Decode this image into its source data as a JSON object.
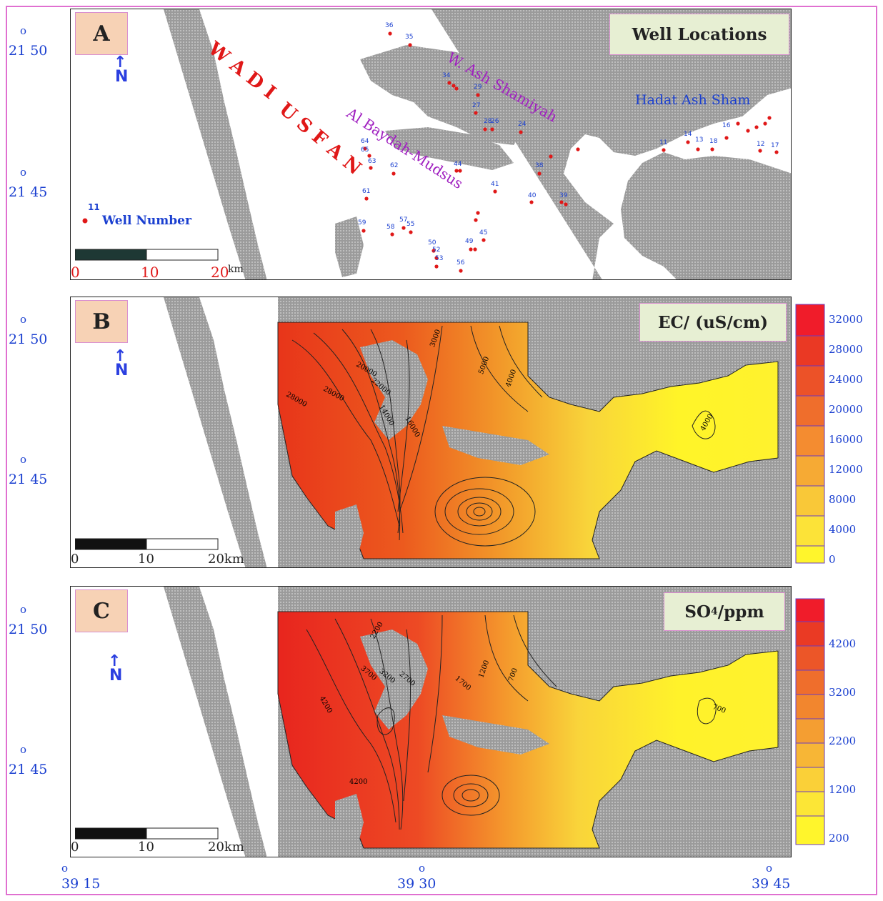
{
  "panels": {
    "a": {
      "letter": "A",
      "title": "Well Locations"
    },
    "b": {
      "letter": "B",
      "title": "EC/ (uS/cm)"
    },
    "c": {
      "letter": "C",
      "title": "SO4/ppm",
      "title_main": "SO",
      "title_sub": "4",
      "title_unit": "/ppm"
    }
  },
  "latitudes": {
    "lat_2150": "21 50",
    "lat_2145": "21 45",
    "deg_symbol": "o"
  },
  "longitudes": {
    "lon_3915": "39 15",
    "lon_3930": "39 30",
    "lon_3945": "39 45",
    "deg_symbol": "o"
  },
  "north_arrow": {
    "label": "N"
  },
  "scale_bar": {
    "a": {
      "t0": "0",
      "t10": "10",
      "t20": "20",
      "unit": "km"
    },
    "b": {
      "t0": "0",
      "t10": "10",
      "t20": "20km"
    },
    "c": {
      "t0": "0",
      "t10": "10",
      "t20": "20km"
    }
  },
  "place_names": {
    "wadi": "W A D I",
    "usfan": "U S F A N",
    "ash_shamiyah": "W. Ash Shamiyah",
    "baydah": "Al Baydah-Mudsus",
    "hadat": "Hadat Ash Sham"
  },
  "legend_well": {
    "number": "11",
    "label": "Well Number"
  },
  "well_numbers": [
    "36",
    "35",
    "34",
    "29",
    "27",
    "28",
    "26",
    "24",
    "64",
    "65",
    "63",
    "62",
    "61",
    "44",
    "41",
    "40",
    "39",
    "38",
    "59",
    "58",
    "57",
    "55",
    "50",
    "52",
    "53",
    "49",
    "45",
    "56",
    "11",
    "14",
    "13",
    "16",
    "18",
    "12",
    "17"
  ],
  "contour_labels": {
    "b": [
      "3000",
      "5000",
      "4000",
      "20000",
      "28000",
      "28000",
      "22000",
      "14000",
      "16000",
      "4000"
    ],
    "c": [
      "2200",
      "3700",
      "3200",
      "2700",
      "1700",
      "1200",
      "700",
      "4200",
      "4200",
      "700"
    ]
  },
  "color_scales": {
    "ec": {
      "ticks": [
        "32000",
        "28000",
        "24000",
        "20000",
        "16000",
        "12000",
        "8000",
        "4000",
        "0"
      ]
    },
    "so4": {
      "ticks": [
        "4200",
        "3200",
        "2200",
        "1200",
        "200"
      ]
    }
  },
  "colors": {
    "land": "#a9a9a9",
    "panel_border": "#d98fd0",
    "label_blue": "#1a3fd0",
    "well_red": "#e01818",
    "place_purple": "#a020c0"
  }
}
